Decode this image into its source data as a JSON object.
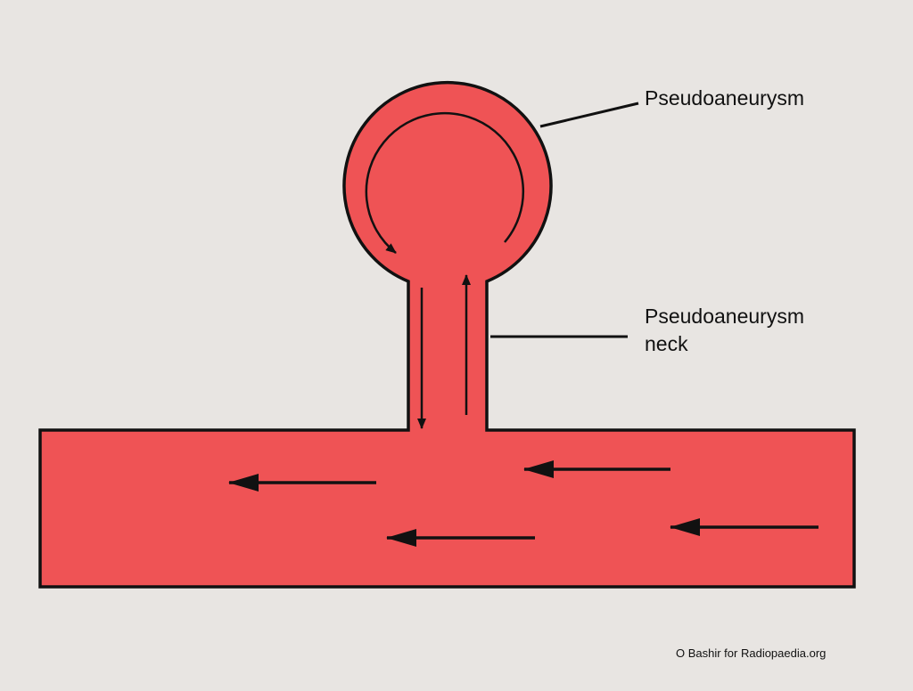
{
  "labels": {
    "pseudoaneurysm": "Pseudoaneurysm",
    "neck_line1": "Pseudoaneurysm",
    "neck_line2": "neck"
  },
  "credit": "O Bashir for Radiopaedia.org",
  "colors": {
    "background": "#e8e5e2",
    "vessel_fill": "#ef5355",
    "outline": "#111111"
  }
}
